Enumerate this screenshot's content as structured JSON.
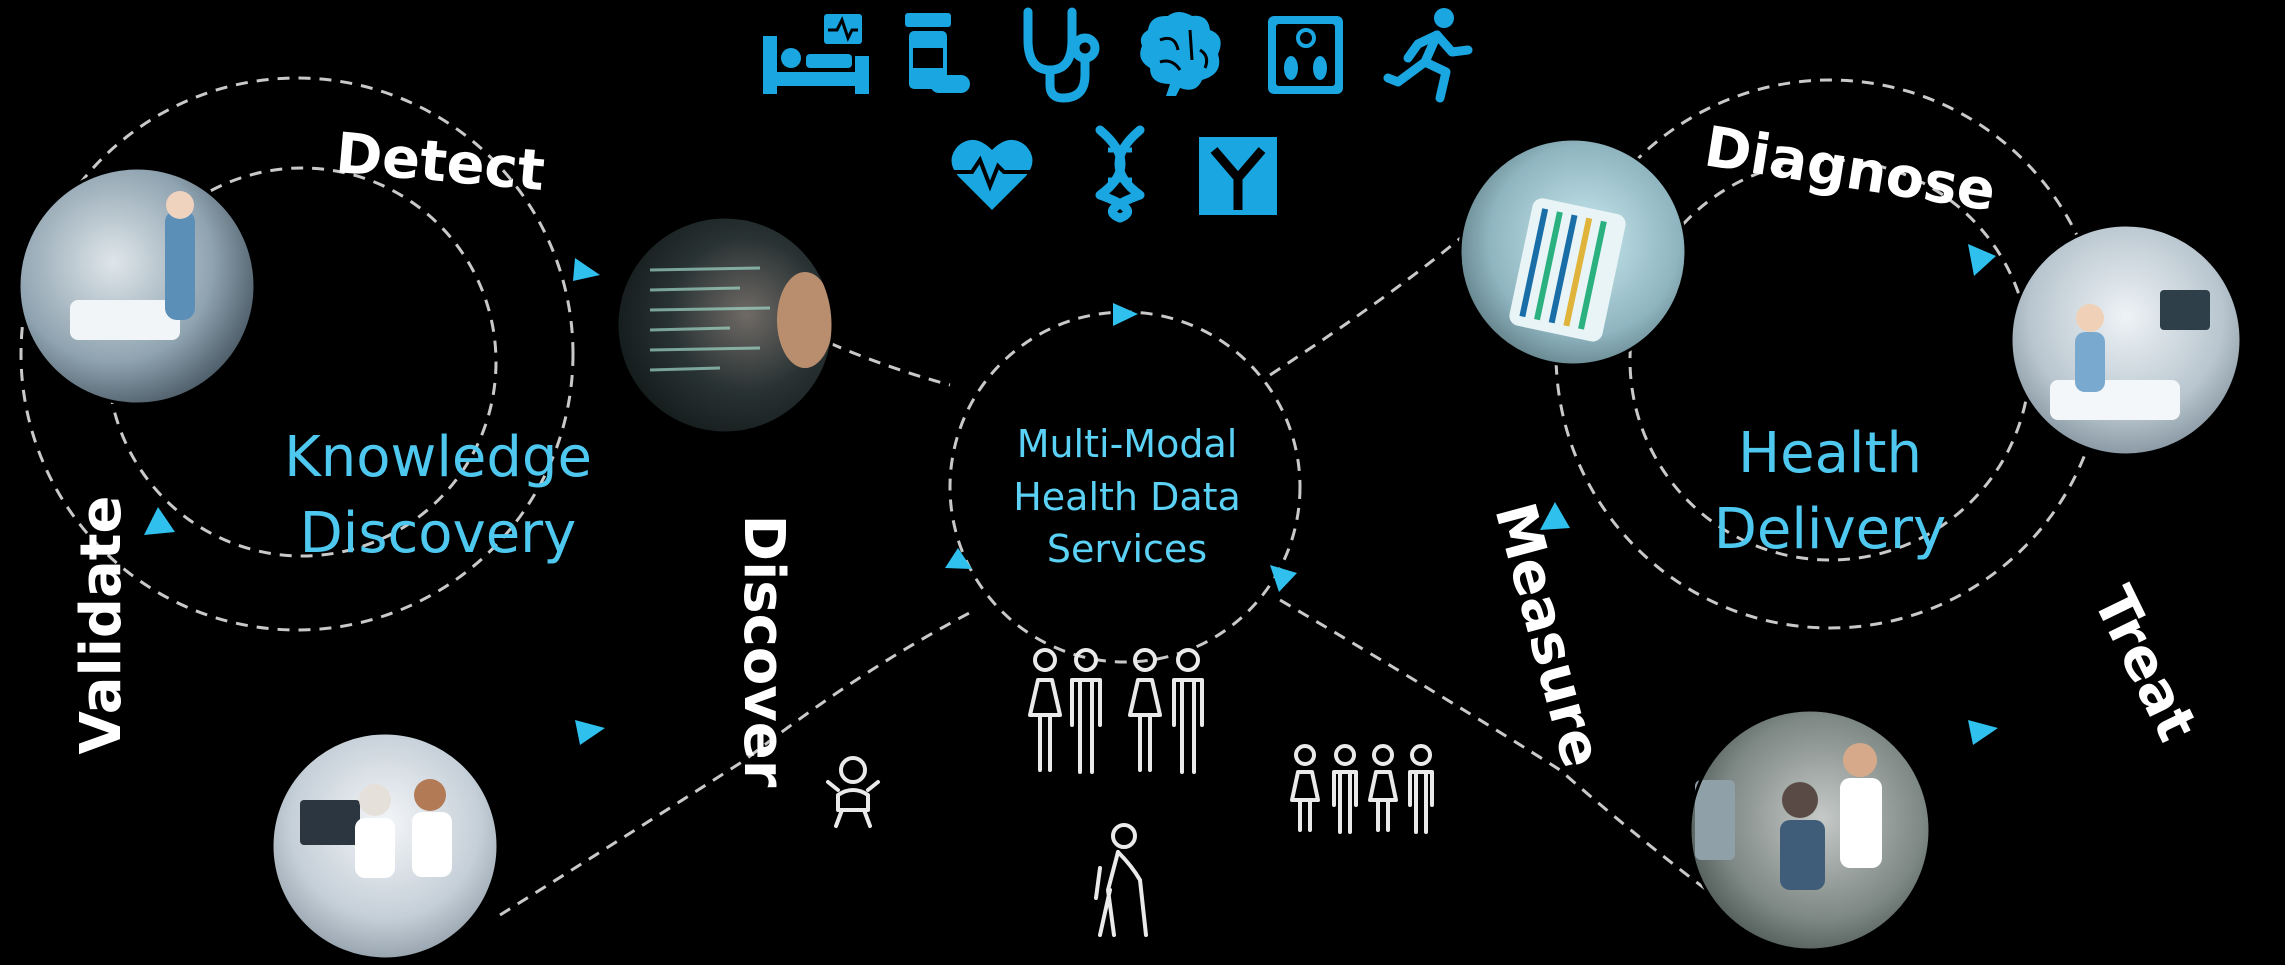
{
  "cycle_left": {
    "title_line1": "Knowledge",
    "title_line2": "Discovery",
    "steps": {
      "detect": "Detect",
      "discover": "Discover",
      "validate": "Validate"
    }
  },
  "cycle_right": {
    "title_line1": "Health",
    "title_line2": "Delivery",
    "steps": {
      "diagnose": "Diagnose",
      "treat": "Treat",
      "measure": "Measure"
    }
  },
  "hub": {
    "line1": "Multi-Modal",
    "line2": "Health Data",
    "line3": "Services"
  },
  "icons": {
    "top_row": [
      "hospital-bed-icon",
      "medicine-bottle-icon",
      "stethoscope-icon",
      "brain-icon",
      "scale-icon",
      "running-person-icon"
    ],
    "second_row": [
      "heart-rate-icon",
      "dna-icon",
      "antibody-icon"
    ],
    "population": [
      "adults-group-icon",
      "baby-icon",
      "elderly-person-icon",
      "children-group-icon"
    ]
  },
  "photos": [
    "hospital-patient-photo",
    "data-analyst-photo",
    "lab-researchers-photo",
    "tablet-genomics-photo",
    "nurse-patient-photo",
    "doctor-consult-photo"
  ],
  "colors": {
    "accent": "#4fc8f0",
    "icon": "#1aa6e0",
    "background": "#000000",
    "dashed_line": "#c9c9c9"
  }
}
